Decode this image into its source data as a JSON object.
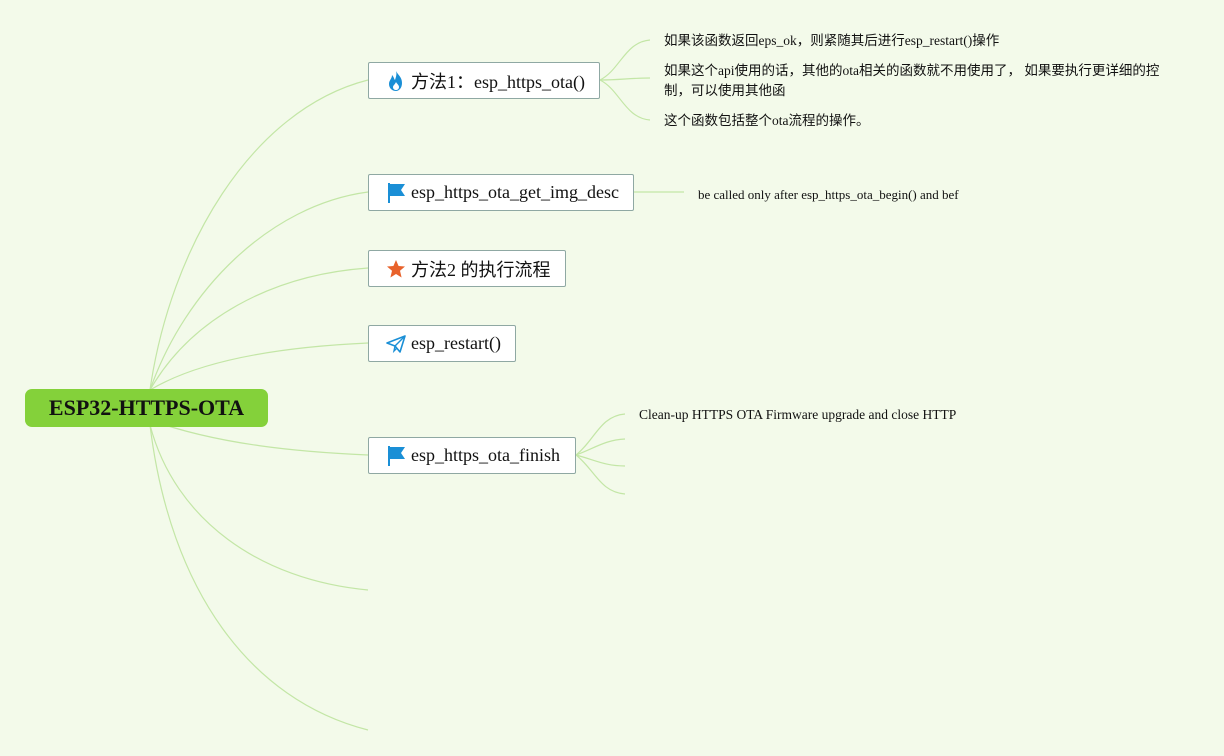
{
  "root": {
    "label": "ESP32-HTTPS-OTA"
  },
  "branches": [
    {
      "id": "method1",
      "label": "方法1：esp_https_ota()",
      "icon": "fire-icon",
      "notes": [
        "如果该函数返回eps_ok，则紧随其后进行esp_restart()操作",
        "如果这个api使用的话，其他的ota相关的函数就不用使用了， 如果要执行更详细的控制，可以使用其他函",
        "这个函数包括整个ota流程的操作。"
      ]
    },
    {
      "id": "get_img_desc",
      "label": "esp_https_ota_get_img_desc",
      "icon": "flag-icon",
      "notes": [
        "be called only after esp_https_ota_begin() and bef"
      ]
    },
    {
      "id": "method2",
      "label": "方法2 的执行流程",
      "icon": "star-icon",
      "notes": []
    },
    {
      "id": "restart",
      "label": "esp_restart()",
      "icon": "paper-plane-icon",
      "notes": []
    },
    {
      "id": "finish",
      "label": "esp_https_ota_finish",
      "icon": "flag-icon",
      "notes": [
        "Clean-up HTTPS OTA Firmware upgrade and close HTTP"
      ]
    }
  ],
  "colors": {
    "background": "#f3faea",
    "root_fill": "#84d13a",
    "connector": "#c3e6a6",
    "topic_border": "#8fa8a3",
    "fire": "#1a8fd6",
    "flag": "#1a8fd6",
    "star": "#e8622b",
    "plane": "#1a8fd6"
  }
}
